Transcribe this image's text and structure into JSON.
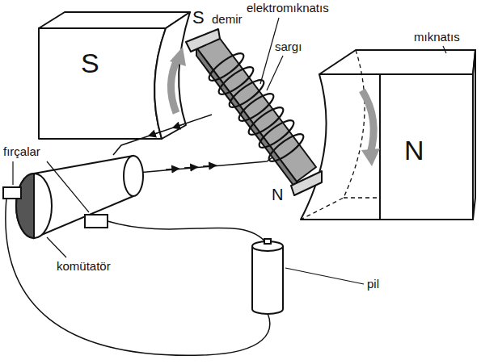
{
  "diagram": {
    "labels": [
      "elektromıknatıs",
      "S",
      "S",
      "demir",
      "sargı",
      "mıknatıs",
      "N",
      "fırçalar",
      "N",
      "komütatör",
      "pil"
    ]
  }
}
